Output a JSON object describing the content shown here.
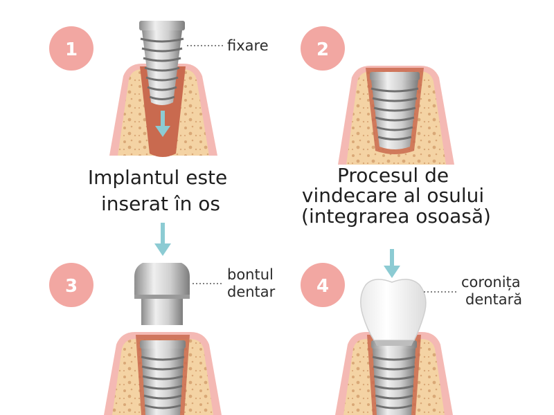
{
  "steps": [
    {
      "number": "1",
      "callout": "fixare",
      "caption_lines": [
        "Implantul este",
        "inserat în os"
      ]
    },
    {
      "number": "2",
      "caption_lines": [
        "Procesul de",
        "vindecare al osului",
        "(integrarea osoasă)"
      ]
    },
    {
      "number": "3",
      "callout_lines": [
        "bontul",
        "dentar"
      ]
    },
    {
      "number": "4",
      "callout_lines": [
        "coronița",
        "dentară"
      ]
    }
  ],
  "colors": {
    "badge": "#f2a7a2",
    "gum": "#f4b9b4",
    "gum_edge": "#e88f8b",
    "bone": "#f4d3a4",
    "bone_dots": "#d9a877",
    "socket": "#c96a4f",
    "metal_light": "#e4e4e4",
    "metal_dark": "#8a8a8a",
    "arrow": "#8ccbd3",
    "crown": "#ffffff"
  }
}
